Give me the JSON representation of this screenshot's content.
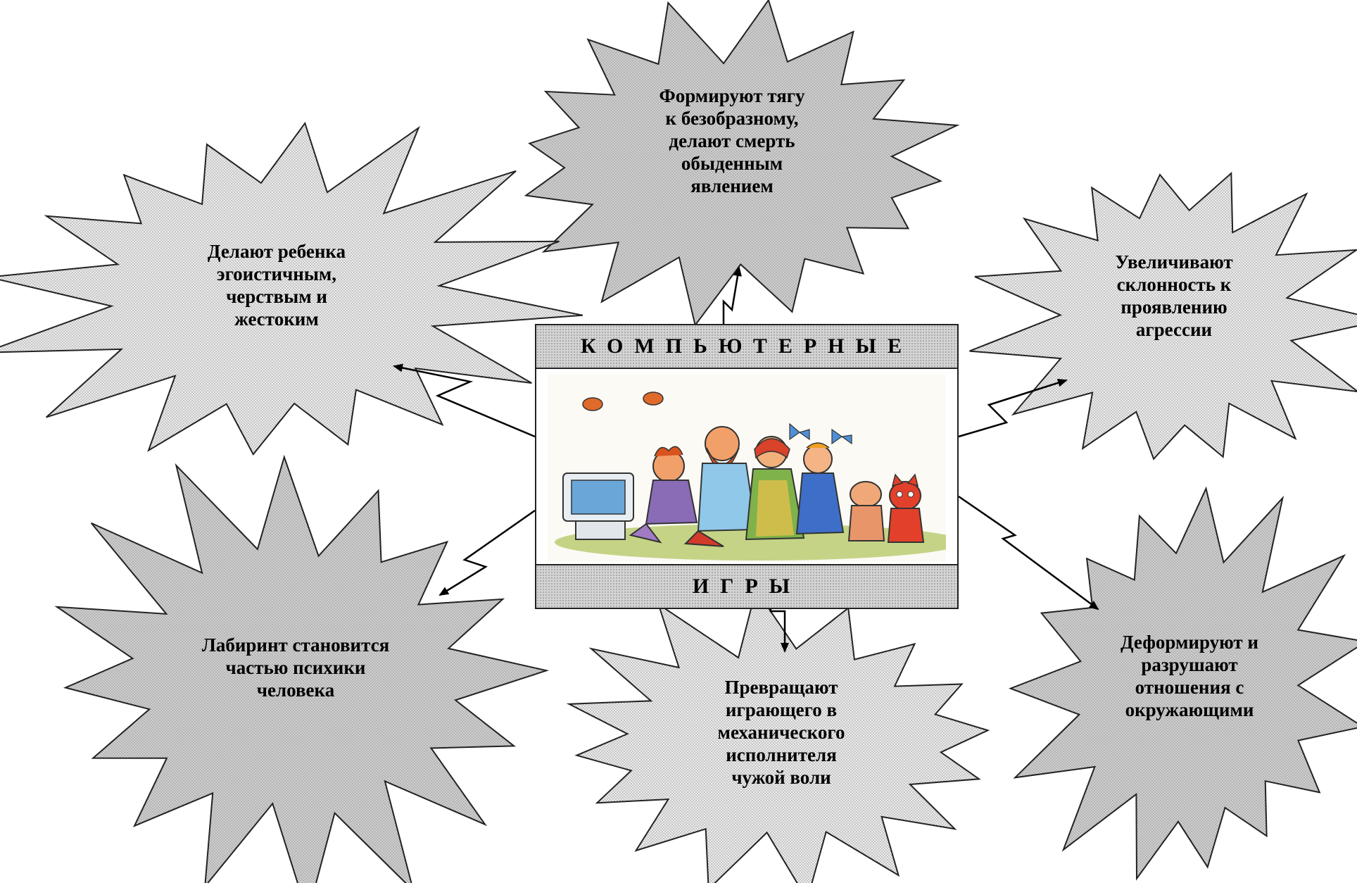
{
  "center": {
    "top_label": "КОМПЬЮТЕРНЫЕ",
    "bottom_label": "ИГРЫ"
  },
  "bursts": {
    "top": "Формируют тягу\nк безобразному,\nделают смерть\nобыденным\nявлением",
    "upper_left": "Делают ребенка\nэгоистичным,\nчерствым и\nжестоким",
    "upper_right": "Увеличивают\nсклонность к\nпроявлению\nагрессии",
    "lower_left": "Лабиринт становится\nчастью психики\nчеловека",
    "bottom": "Превращают\nиграющего в\nмеханического\nисполнителя\nчужой воли",
    "lower_right": "Деформируют и\nразрушают\nотношения с\nокружающими"
  },
  "colors": {
    "light_burst": "#ececec",
    "dark_burst": "#cfcfcf",
    "band": "#d4d4d4",
    "outline": "#222222"
  },
  "illustration": {
    "icon": "family-at-computer-illustration"
  }
}
